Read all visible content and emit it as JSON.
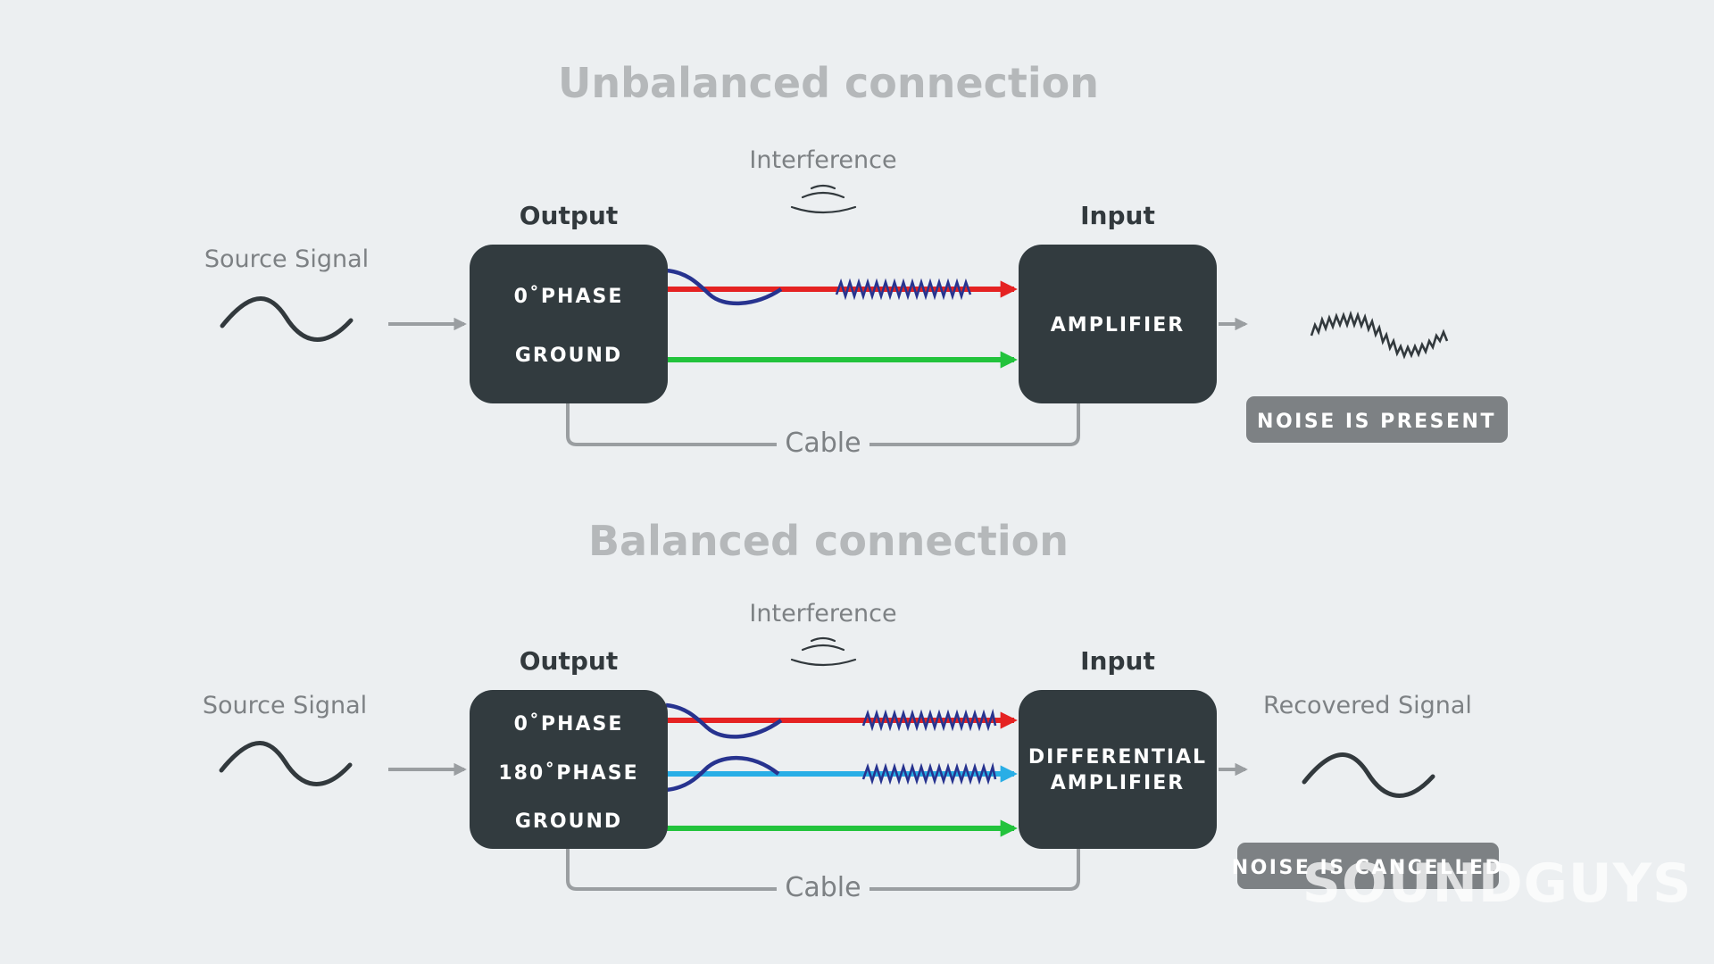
{
  "unbalanced": {
    "title": "Unbalanced connection",
    "interference_label": "Interference",
    "source_label": "Source Signal",
    "output_label": "Output",
    "input_label": "Input",
    "output_lines": [
      "0˚PHASE",
      "GROUND"
    ],
    "input_lines": [
      "AMPLIFIER"
    ],
    "cable_label": "Cable",
    "status_badge": "NOISE IS PRESENT"
  },
  "balanced": {
    "title": "Balanced connection",
    "interference_label": "Interference",
    "source_label": "Source Signal",
    "output_label": "Output",
    "input_label": "Input",
    "recovered_label": "Recovered Signal",
    "output_lines": [
      "0˚PHASE",
      "180˚PHASE",
      "GROUND"
    ],
    "input_lines": [
      "DIFFERENTIAL",
      "AMPLIFIER"
    ],
    "cable_label": "Cable",
    "status_badge": "NOISE IS CANCELLED"
  },
  "watermark": "SOUNDGUYS",
  "colors": {
    "background": "#eceff1",
    "box": "#323b3f",
    "hot_wire": "#e52222",
    "cold_wire": "#29aee6",
    "ground_wire": "#22c33c",
    "noise": "#27338f",
    "badge": "#7d8184"
  },
  "icons": [
    "sine-wave-icon",
    "interference-waves-icon",
    "arrow-right-icon",
    "noisy-wave-icon"
  ]
}
